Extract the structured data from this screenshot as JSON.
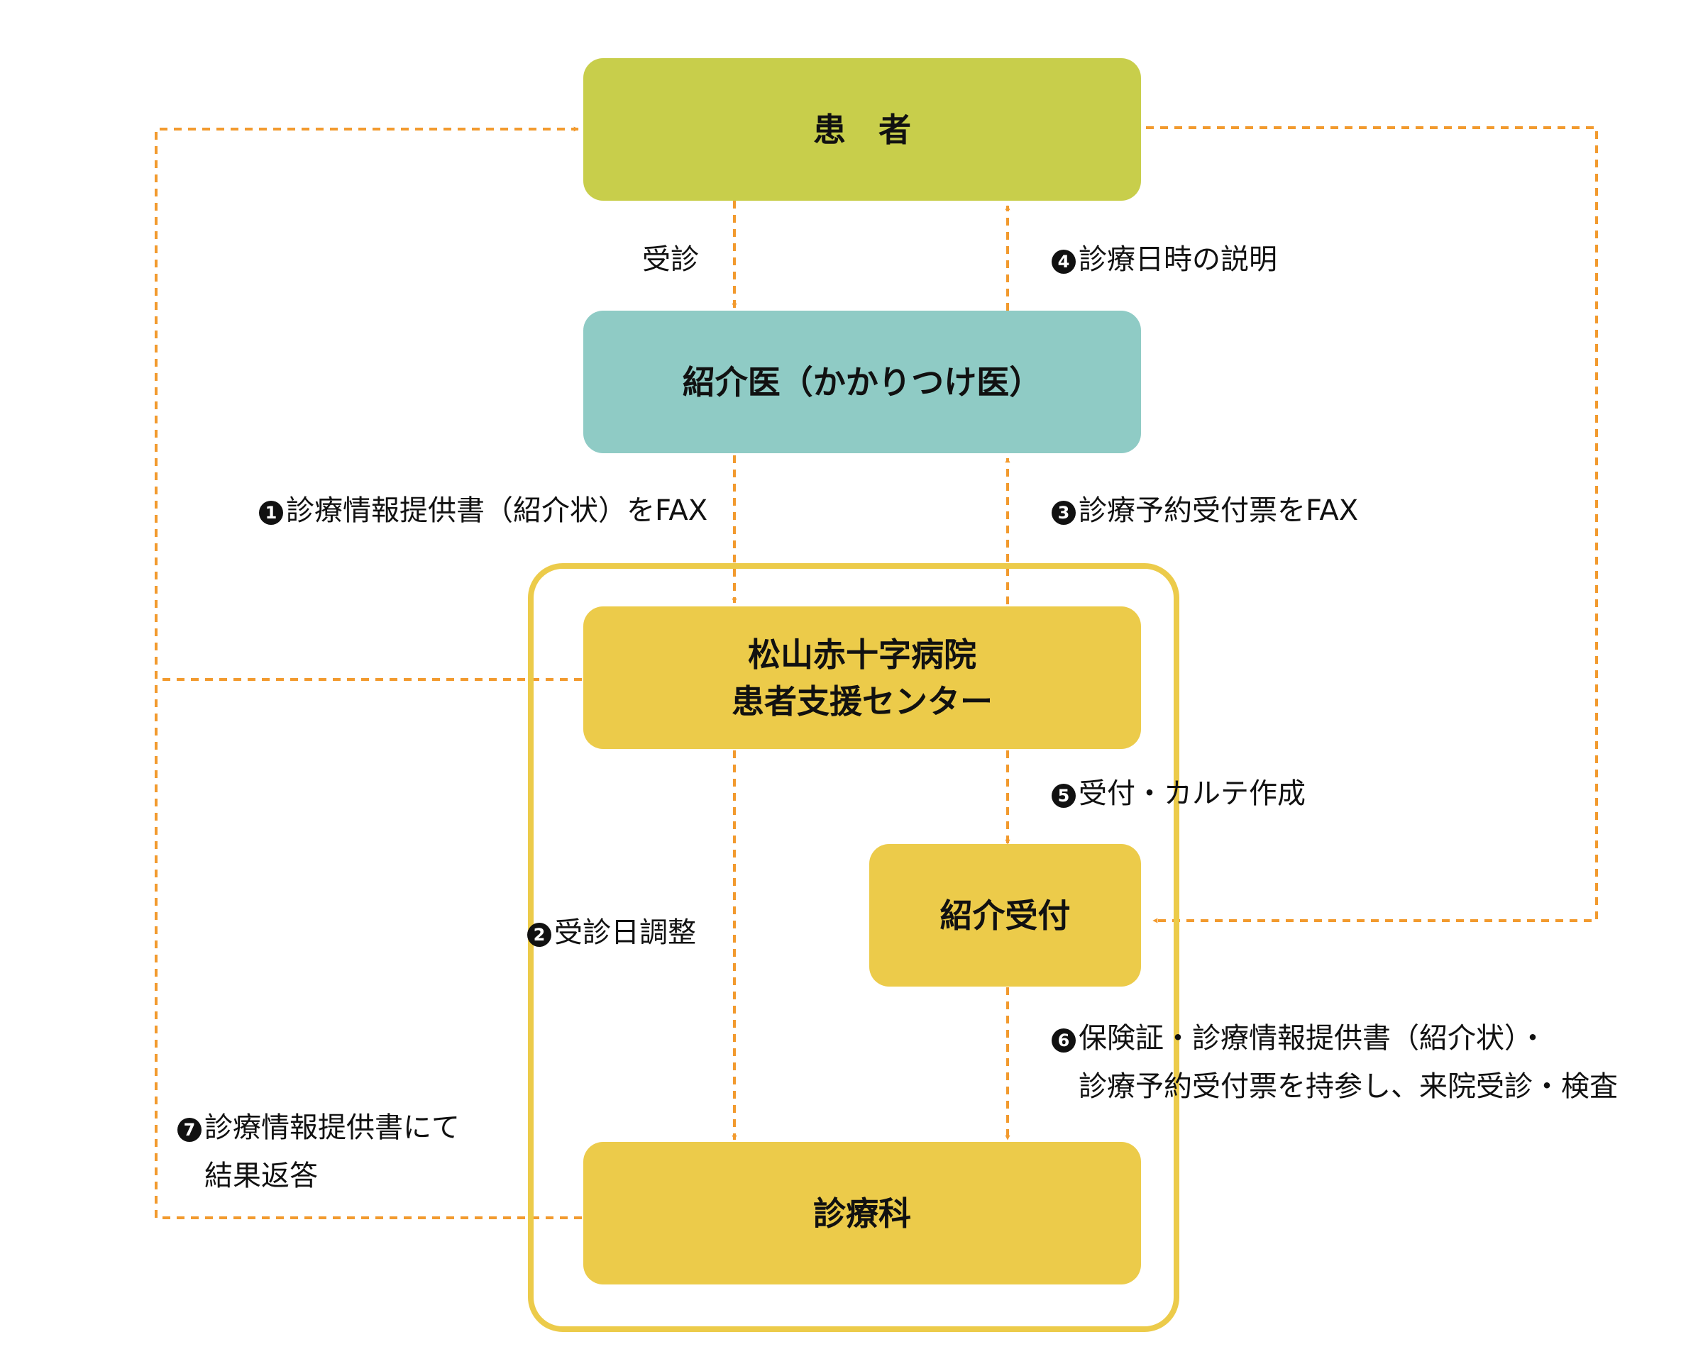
{
  "colors": {
    "arrow": "#F29A2E",
    "patient": "#C8CE4B",
    "referral_doctor": "#8FCBC5",
    "hospital": "#ECCB4A",
    "hospital_frame": "#ECCB4A"
  },
  "boxes": {
    "patient": "患　者",
    "referral_doctor": "紹介医（かかりつけ医）",
    "support_center_line1": "松山赤十字病院",
    "support_center_line2": "患者支援センター",
    "referral_desk": "紹介受付",
    "clinical_dept": "診療科"
  },
  "labels": {
    "visit": "受診",
    "step1": {
      "num": "1",
      "text": "診療情報提供書（紹介状）をFAX"
    },
    "step2": {
      "num": "2",
      "text": "受診日調整"
    },
    "step3": {
      "num": "3",
      "text": "診療予約受付票をFAX"
    },
    "step4": {
      "num": "4",
      "text": "診療日時の説明"
    },
    "step5": {
      "num": "5",
      "text": "受付・カルテ作成"
    },
    "step6": {
      "num": "6",
      "line1": "保険証・診療情報提供書（紹介状）・",
      "line2": "診療予約受付票を持参し、来院受診・検査"
    },
    "step7": {
      "num": "7",
      "line1": "診療情報提供書にて",
      "line2": "結果返答"
    }
  }
}
